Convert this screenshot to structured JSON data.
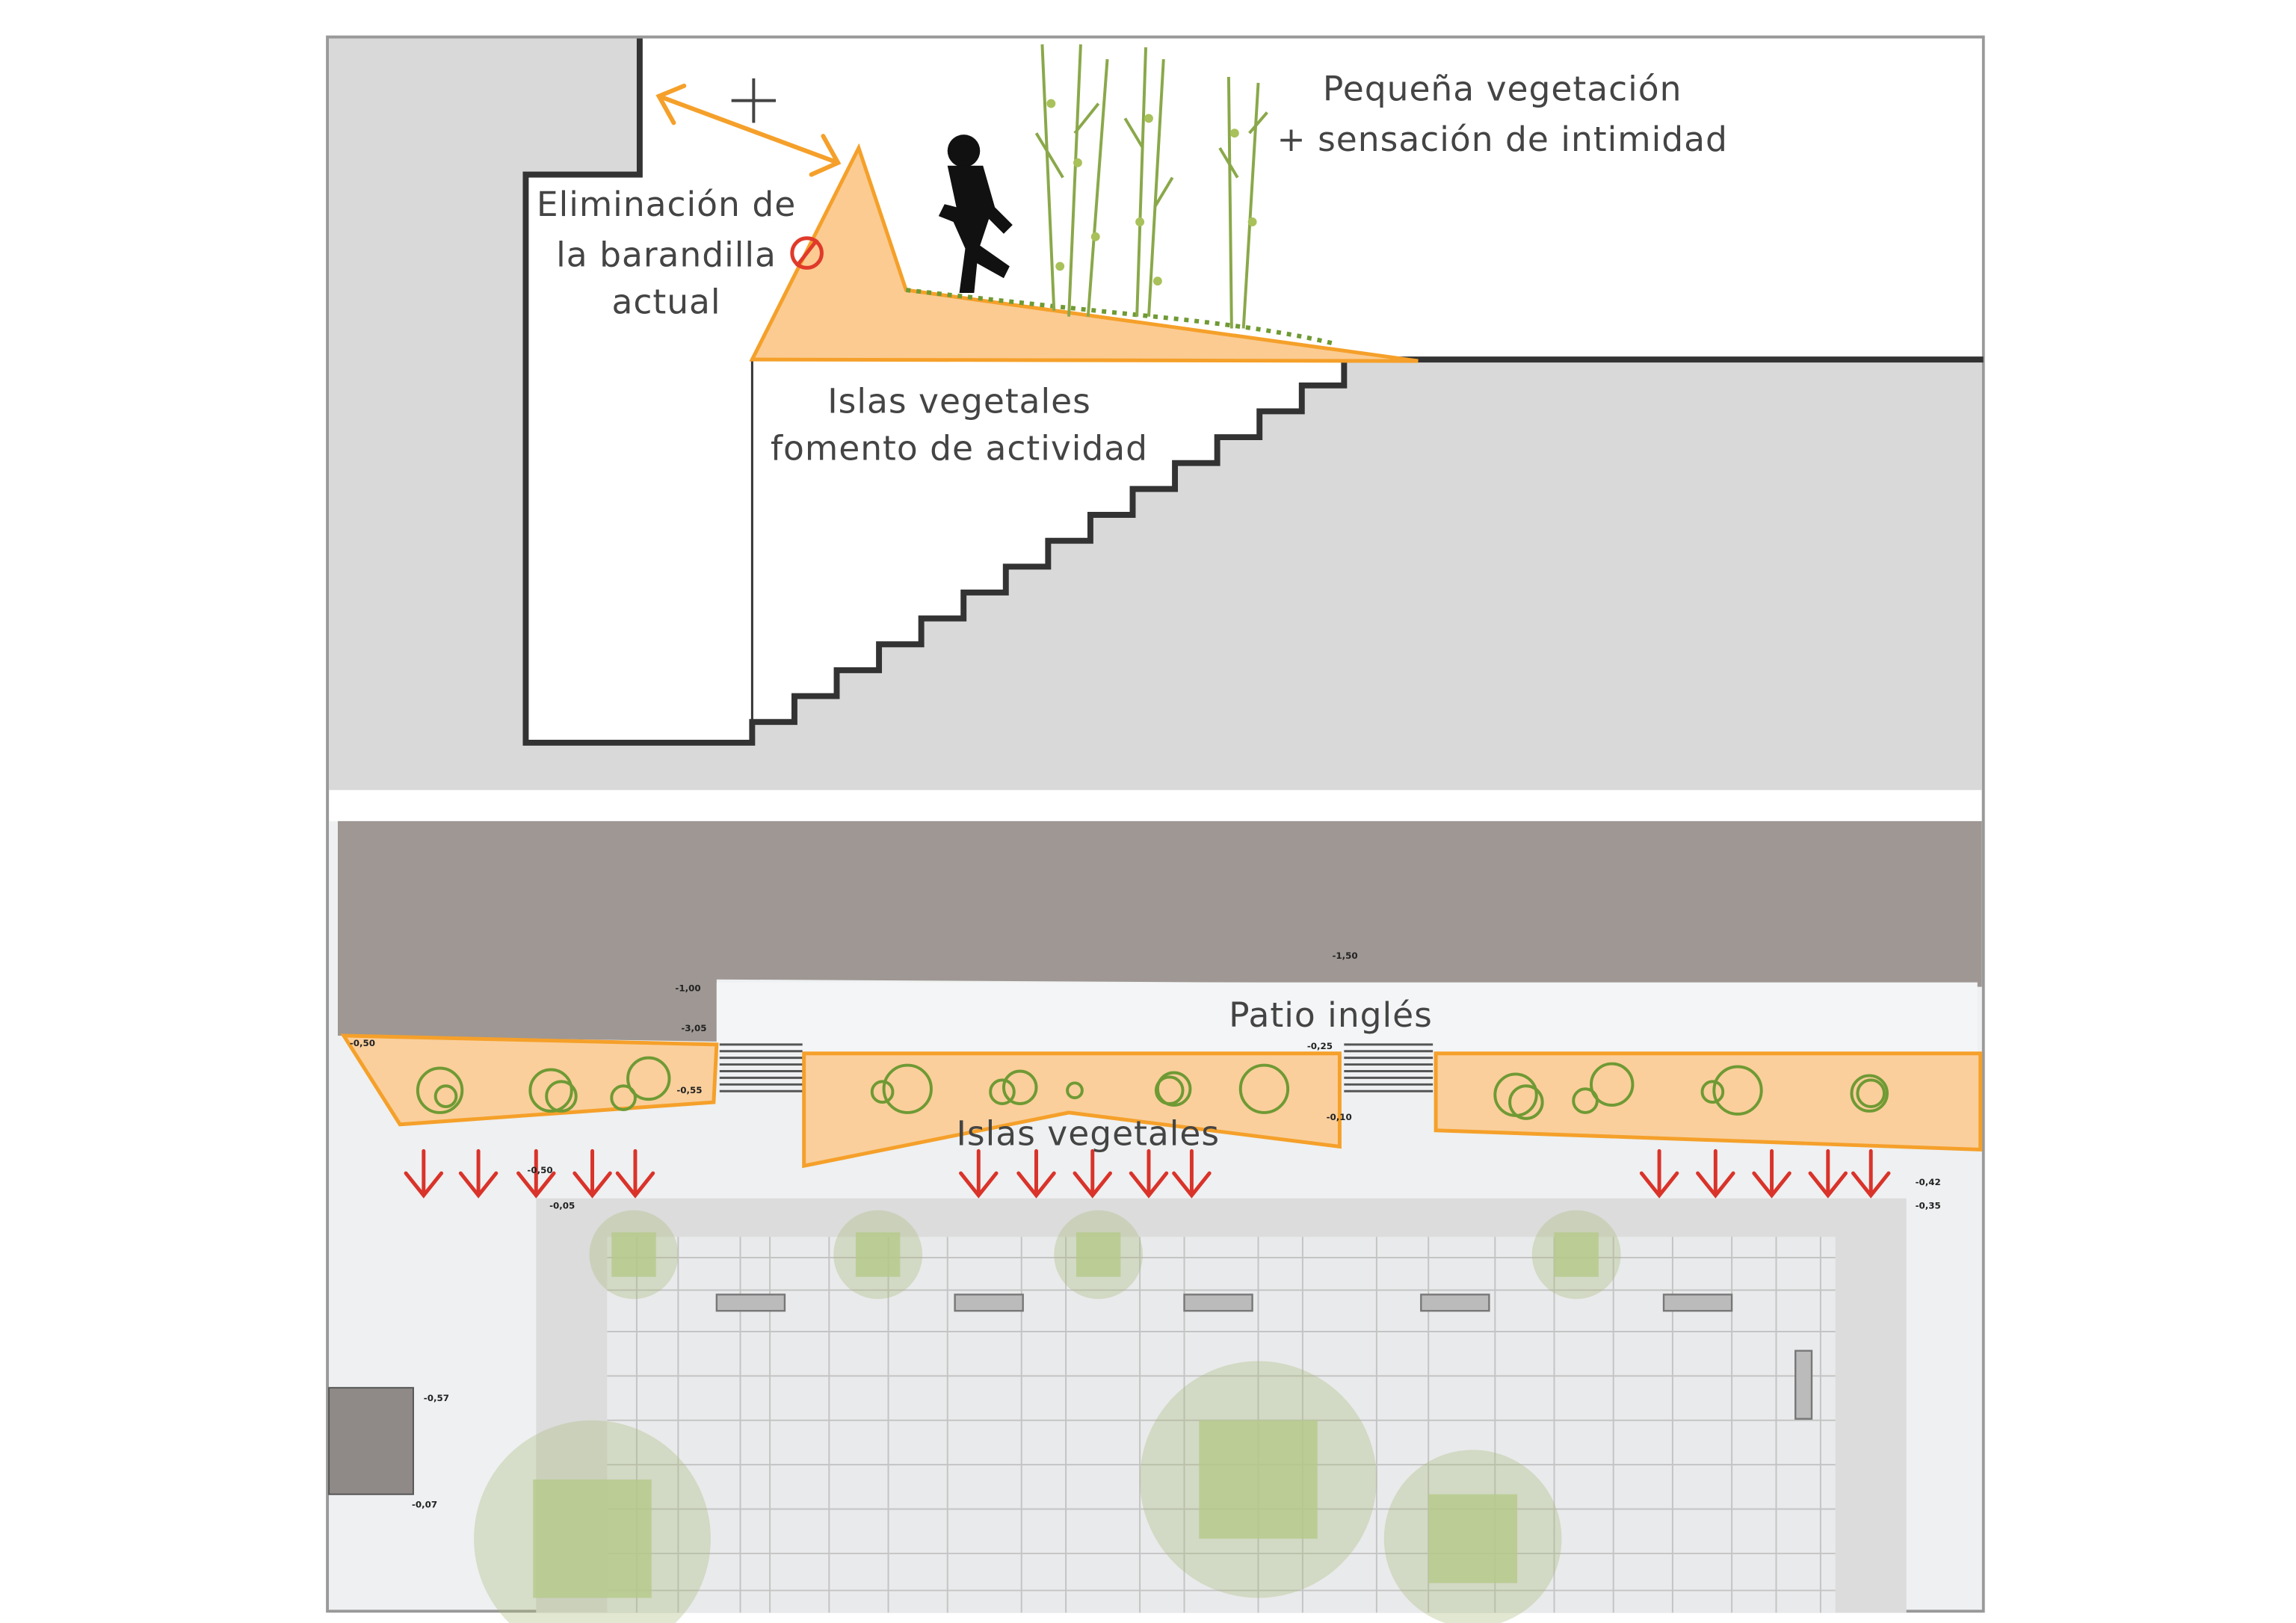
{
  "section": {
    "annotations": {
      "railing": [
        "Eliminación de",
        "la barandilla",
        "actual"
      ],
      "vegetation": [
        "Pequeña vegetación",
        "+ sensación de intimidad"
      ],
      "islands": [
        "Islas vegetales",
        "fomento de actividad"
      ]
    }
  },
  "plan": {
    "patio_label": "Patio inglés",
    "islands_label": "Islas vegetales",
    "levels": [
      "-1,50",
      "-1,00",
      "-3,05",
      "-0,50",
      "-0,55",
      "-0,25",
      "-0,10",
      "-0,50",
      "-0,05",
      "-0,42",
      "-0,35",
      "-0,57",
      "-0,07"
    ]
  },
  "colors": {
    "island_fill": "#fbcb92",
    "island_stroke": "#f5a02a",
    "arrow": "#d9332a",
    "tree": "#6f9a34",
    "wall": "#d9d9d9",
    "street": "#9e9794"
  }
}
